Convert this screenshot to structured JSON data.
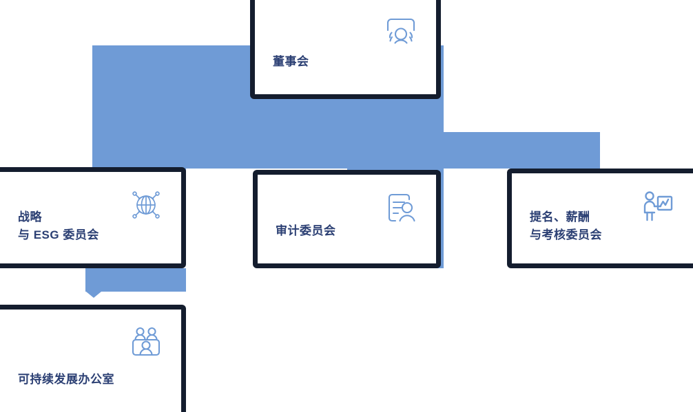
{
  "diagram": {
    "type": "org-chart",
    "title": "",
    "colors": {
      "connector_blue": "#6f9bd6",
      "card_border": "#141d2e",
      "label_text": "#2b3f73",
      "icon_stroke": "#6f9bd6",
      "card_background": "#ffffff",
      "page_background": "#ffffff"
    },
    "nodes": [
      {
        "id": "board",
        "label": "董事会",
        "lines": [
          "董事会"
        ],
        "icon": "people-group-icon",
        "level": 1
      },
      {
        "id": "strategy-esg",
        "label": "战略\n与 ESG 委员会",
        "lines": [
          "战略",
          "与 ESG 委员会"
        ],
        "icon": "globe-network-icon",
        "level": 2
      },
      {
        "id": "audit",
        "label": "审计委员会",
        "lines": [
          "审计委员会"
        ],
        "icon": "document-person-icon",
        "level": 2
      },
      {
        "id": "nomination-remuneration",
        "label": "提名、薪酬\n与考核委员会",
        "lines": [
          "提名、薪酬",
          "与考核委员会"
        ],
        "icon": "presenter-chart-icon",
        "level": 2
      },
      {
        "id": "sustainability-office",
        "label": "可持续发展办公室",
        "lines": [
          "可持续发展办公室"
        ],
        "icon": "team-table-icon",
        "level": 3
      }
    ],
    "edges": [
      {
        "from": "board",
        "to": "strategy-esg"
      },
      {
        "from": "board",
        "to": "audit"
      },
      {
        "from": "board",
        "to": "nomination-remuneration"
      },
      {
        "from": "strategy-esg",
        "to": "sustainability-office",
        "arrow": "down"
      }
    ]
  }
}
